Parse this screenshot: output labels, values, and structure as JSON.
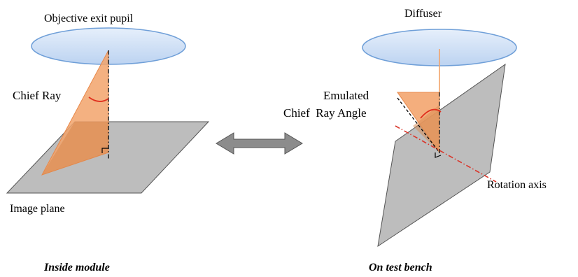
{
  "left_panel": {
    "pupil_label": "Objective exit pupil",
    "ray_label": "Chief Ray",
    "plane_label": "Image plane",
    "caption": "Inside module"
  },
  "right_panel": {
    "diffuser_label": "Diffuser",
    "emulated_label": "Emulated",
    "angle_label": "Chief  Ray Angle",
    "axis_label": "Rotation axis",
    "caption": "On test bench"
  },
  "colors": {
    "lens_fill": "#cfe0f6",
    "lens_stroke": "#6f9fd8",
    "plane_fill": "#bdbdbd",
    "ray_fill": "#f2a36b",
    "angle_arc": "#e0301e",
    "axis_line": "#d9352a",
    "arrow_fill": "#8c8c8c"
  },
  "icons": {
    "center_arrow": "double-headed-arrow-icon"
  }
}
